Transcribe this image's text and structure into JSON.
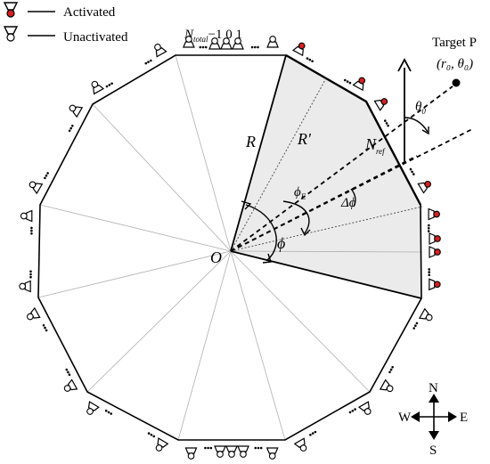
{
  "legend": {
    "activated": "Activated",
    "unactivated": "Unactivated"
  },
  "labels": {
    "origin": "O",
    "radius": "R",
    "radius_prime": "R'",
    "phi": "ϕ",
    "phi_e": "ϕ",
    "phi_e_sub": "E",
    "delta_phi": "Δϕ",
    "n_ref": "N",
    "n_ref_sub": "ref",
    "theta0": "θ",
    "theta0_sub": "0",
    "target_title": "Target P",
    "target_coords": "(r₀, θ₀)",
    "n_total": "N",
    "n_total_sub": "total",
    "n_total_rest": "−1 0 1"
  },
  "compass": {
    "north": "N",
    "south": "S",
    "east": "E",
    "west": "W"
  },
  "colors": {
    "activated_fill": "#d42020",
    "sector_fill": "#ebebeb",
    "outline": "#000000",
    "guide": "#b0b0b0"
  }
}
